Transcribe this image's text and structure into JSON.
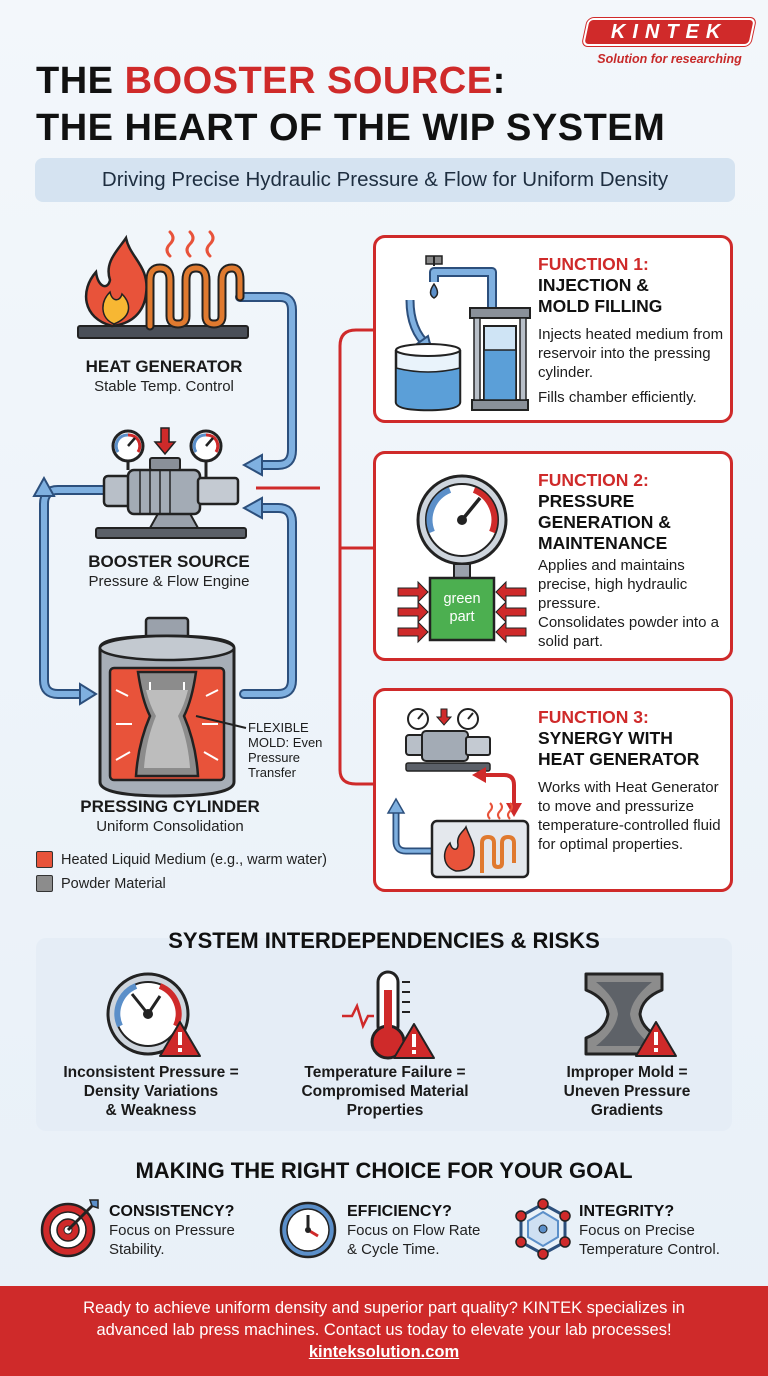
{
  "brand": {
    "logo_text": "KINTEK",
    "tagline": "Solution for researching"
  },
  "header": {
    "title_pre": "THE ",
    "title_highlight": "BOOSTER SOURCE",
    "title_post": ":",
    "title_line2": "THE HEART OF THE WIP SYSTEM",
    "subtitle": "Driving Precise Hydraulic Pressure & Flow for Uniform Density"
  },
  "diagram": {
    "heat_generator": {
      "title": "HEAT GENERATOR",
      "subtitle": "Stable Temp. Control"
    },
    "booster_source": {
      "title": "BOOSTER SOURCE",
      "subtitle": "Pressure & Flow Engine"
    },
    "pressing_cylinder": {
      "title": "PRESSING CYLINDER",
      "subtitle": "Uniform Consolidation"
    },
    "mold_callout": [
      "FLEXIBLE",
      "MOLD: Even",
      "Pressure",
      "Transfer"
    ],
    "legend": [
      {
        "label": "Heated Liquid Medium (e.g., warm water)",
        "color": "#e8533a"
      },
      {
        "label": "Powder Material",
        "color": "#8c8c8c"
      }
    ]
  },
  "functions": [
    {
      "label": "FUNCTION 1:",
      "title": [
        "INJECTION &",
        "MOLD FILLING"
      ],
      "desc": "Injects heated medium from reservoir into the pressing cylinder.",
      "desc2": "Fills chamber efficiently."
    },
    {
      "label": "FUNCTION 2:",
      "title": [
        "PRESSURE",
        "GENERATION &",
        "MAINTENANCE"
      ],
      "desc": "Applies and maintains precise, high hydraulic pressure.",
      "desc2": "Consolidates powder into a solid part.",
      "part_label": [
        "green",
        "part"
      ]
    },
    {
      "label": "FUNCTION 3:",
      "title": [
        "SYNERGY WITH",
        "HEAT GENERATOR"
      ],
      "desc": "Works with Heat Generator to move and pressurize temperature-controlled fluid for optimal properties.",
      "desc2": ""
    }
  ],
  "risks": {
    "heading": "SYSTEM INTERDEPENDENCIES & RISKS",
    "items": [
      {
        "lines": [
          "Inconsistent Pressure =",
          "Density Variations",
          "& Weakness"
        ],
        "icon": "pressure-gauge-warning-icon"
      },
      {
        "lines": [
          "Temperature Failure =",
          "Compromised Material",
          "Properties"
        ],
        "icon": "thermometer-warning-icon"
      },
      {
        "lines": [
          "Improper Mold =",
          "Uneven Pressure",
          "Gradients"
        ],
        "icon": "mold-warning-icon"
      }
    ]
  },
  "choices": {
    "heading": "MAKING THE RIGHT CHOICE FOR YOUR GOAL",
    "items": [
      {
        "title": "CONSISTENCY?",
        "lines": [
          "Focus on Pressure",
          "Stability."
        ],
        "icon": "target-icon"
      },
      {
        "title": "EFFICIENCY?",
        "lines": [
          "Focus on Flow Rate",
          "& Cycle Time."
        ],
        "icon": "clock-icon"
      },
      {
        "title": "INTEGRITY?",
        "lines": [
          "Focus on Precise",
          "Temperature Control."
        ],
        "icon": "molecule-icon"
      }
    ]
  },
  "footer": {
    "line1": "Ready to achieve uniform density and superior part quality? KINTEK specializes in",
    "line2": "advanced lab press machines. Contact us today to elevate your lab processes!",
    "url": "kinteksolution.com"
  },
  "colors": {
    "accent_red": "#cf2a2a",
    "flow_blue": "#5b8fc9",
    "heat_orange": "#e8533a"
  }
}
